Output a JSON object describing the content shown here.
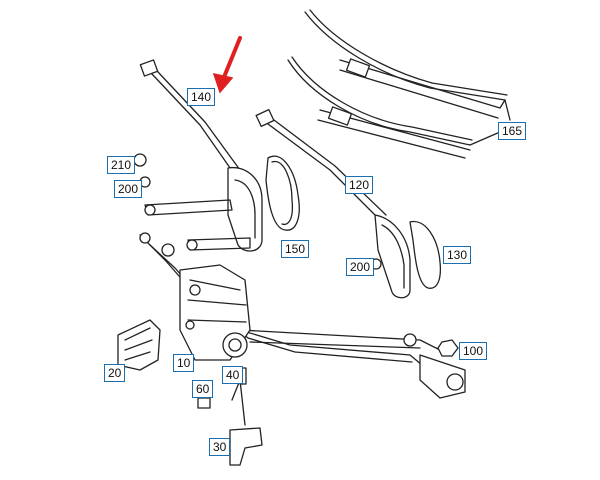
{
  "diagram": {
    "callouts": [
      {
        "id": "140",
        "label": "140"
      },
      {
        "id": "165",
        "label": "165"
      },
      {
        "id": "210",
        "label": "210"
      },
      {
        "id": "200a",
        "label": "200"
      },
      {
        "id": "120",
        "label": "120"
      },
      {
        "id": "150",
        "label": "150"
      },
      {
        "id": "200b",
        "label": "200"
      },
      {
        "id": "130",
        "label": "130"
      },
      {
        "id": "100",
        "label": "100"
      },
      {
        "id": "10",
        "label": "10"
      },
      {
        "id": "20",
        "label": "20"
      },
      {
        "id": "40",
        "label": "40"
      },
      {
        "id": "60",
        "label": "60"
      },
      {
        "id": "30",
        "label": "30"
      }
    ],
    "highlight_color": "#e02020",
    "callout_border_color": "#1a6fb0"
  }
}
